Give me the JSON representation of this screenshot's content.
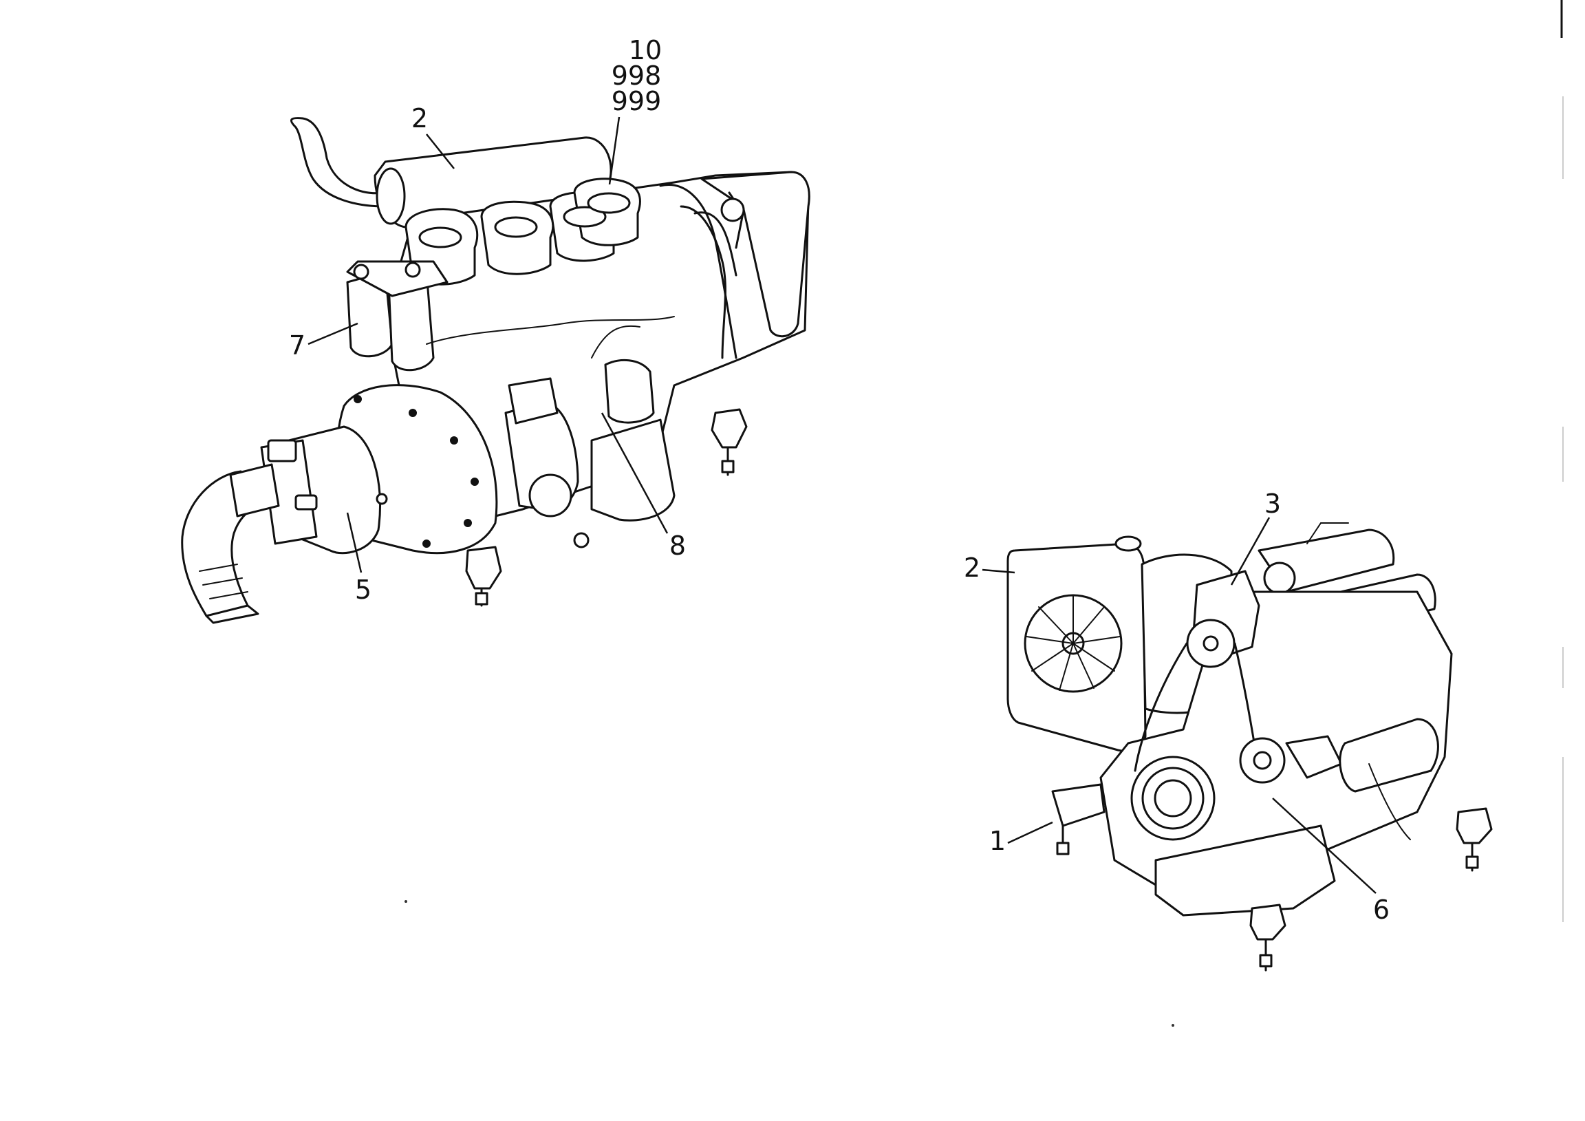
{
  "callouts": {
    "left": {
      "top_stack": [
        "10",
        "998",
        "999"
      ],
      "c2": "2",
      "c7": "7",
      "c5": "5",
      "c8": "8"
    },
    "right": {
      "c3": "3",
      "c2": "2",
      "c1": "1",
      "c6": "6"
    }
  },
  "colors": {
    "ink": "#111111",
    "paper": "#ffffff"
  }
}
